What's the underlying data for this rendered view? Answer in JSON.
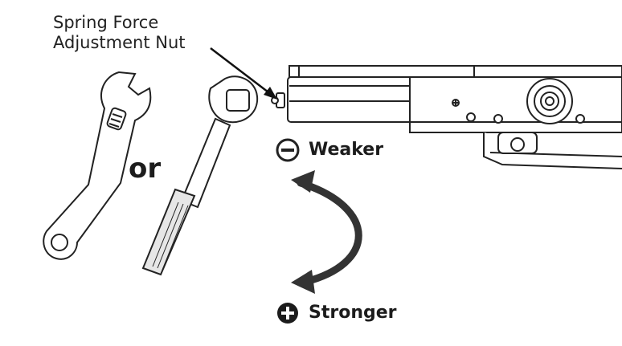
{
  "callout": {
    "line1": "Spring Force",
    "line2": "Adjustment Nut"
  },
  "or_text": "or",
  "directions": {
    "weaker": {
      "label": "Weaker",
      "icon": "minus-circle-icon"
    },
    "stronger": {
      "label": "Stronger",
      "icon": "plus-circle-icon"
    }
  },
  "colors": {
    "ink": "#222222",
    "arrow": "#333333",
    "fill_light": "#ffffff",
    "shade": "#dcdcdc"
  }
}
